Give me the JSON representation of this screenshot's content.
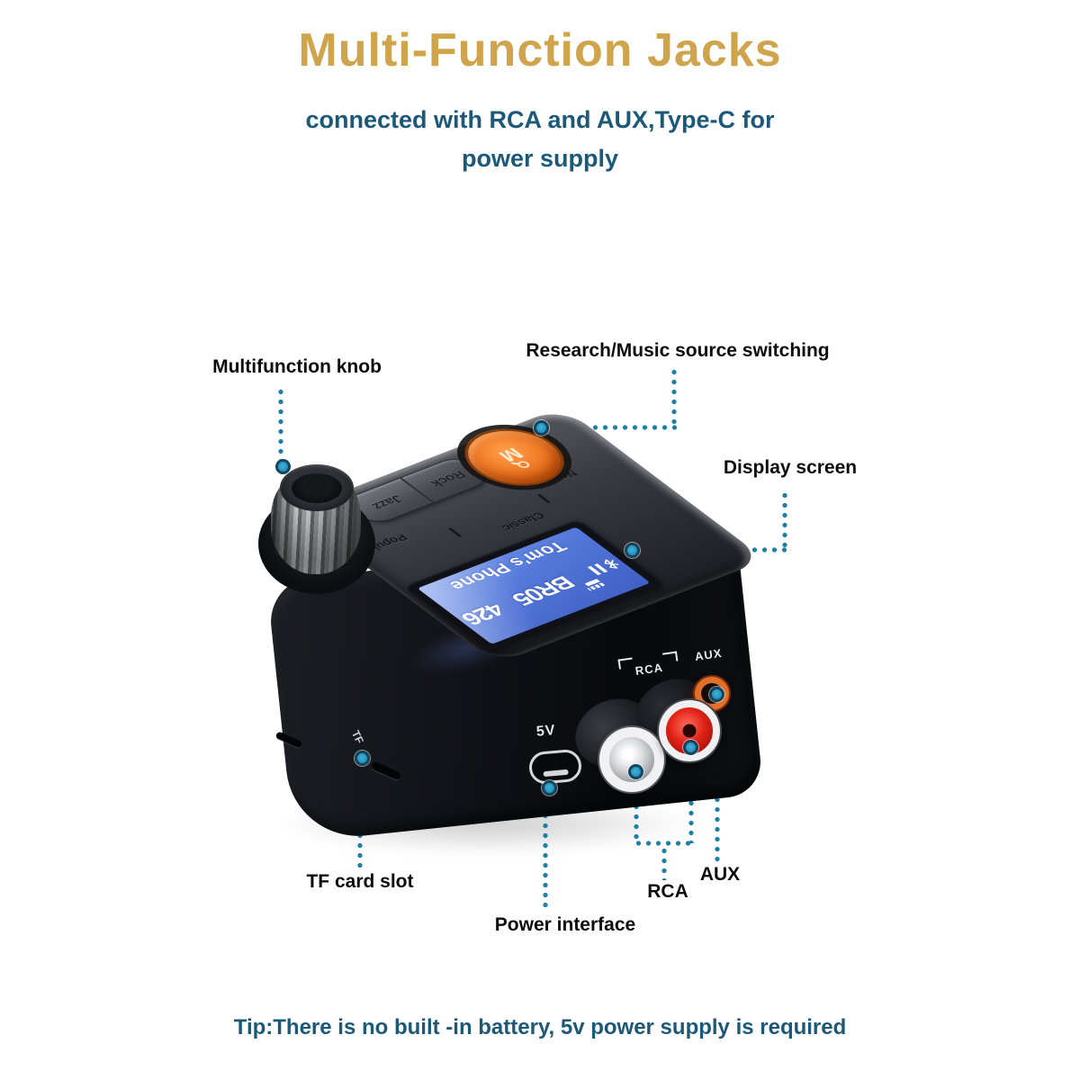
{
  "header": {
    "title": "Multi-Function Jacks",
    "subtitle_line1": "connected with RCA and AUX,Type-C for",
    "subtitle_line2": "power supply"
  },
  "callouts": {
    "knob": "Multifunction knob",
    "mode_button": "Research/Music source switching",
    "display": "Display screen",
    "tf_card": "TF card slot",
    "power": "Power interface",
    "rca": "RCA",
    "aux": "AUX"
  },
  "device": {
    "top_face": {
      "jazz": "Jazz",
      "rock": "Rock",
      "popular": "Popular",
      "classic": "Classic",
      "normal": "Normal",
      "mode_letter": "M"
    },
    "screen": {
      "device_name": "BR05",
      "number": "426",
      "phone_name": "Tom's Phone",
      "icons": [
        "bluetooth-icon",
        "pause-icon",
        "mode-badge-icon"
      ]
    },
    "front": {
      "power_port": "5V",
      "rca_group": "RCA",
      "aux_port": "AUX",
      "tf_slot": "TF"
    }
  },
  "footer": {
    "tip": "Tip:There is no built -in battery, 5v power supply is required"
  },
  "colors": {
    "title_gold": "#d0a44c",
    "subtitle_blue": "#1c5878",
    "callout_line_teal": "#1e7fa6",
    "marker_cyan": "#2da0c8",
    "mode_button_orange": "#ef7b28",
    "screen_blue": "#5377d9",
    "rca_red": "#e02318",
    "aux_orange": "#e2702a",
    "device_black": "#101116"
  }
}
